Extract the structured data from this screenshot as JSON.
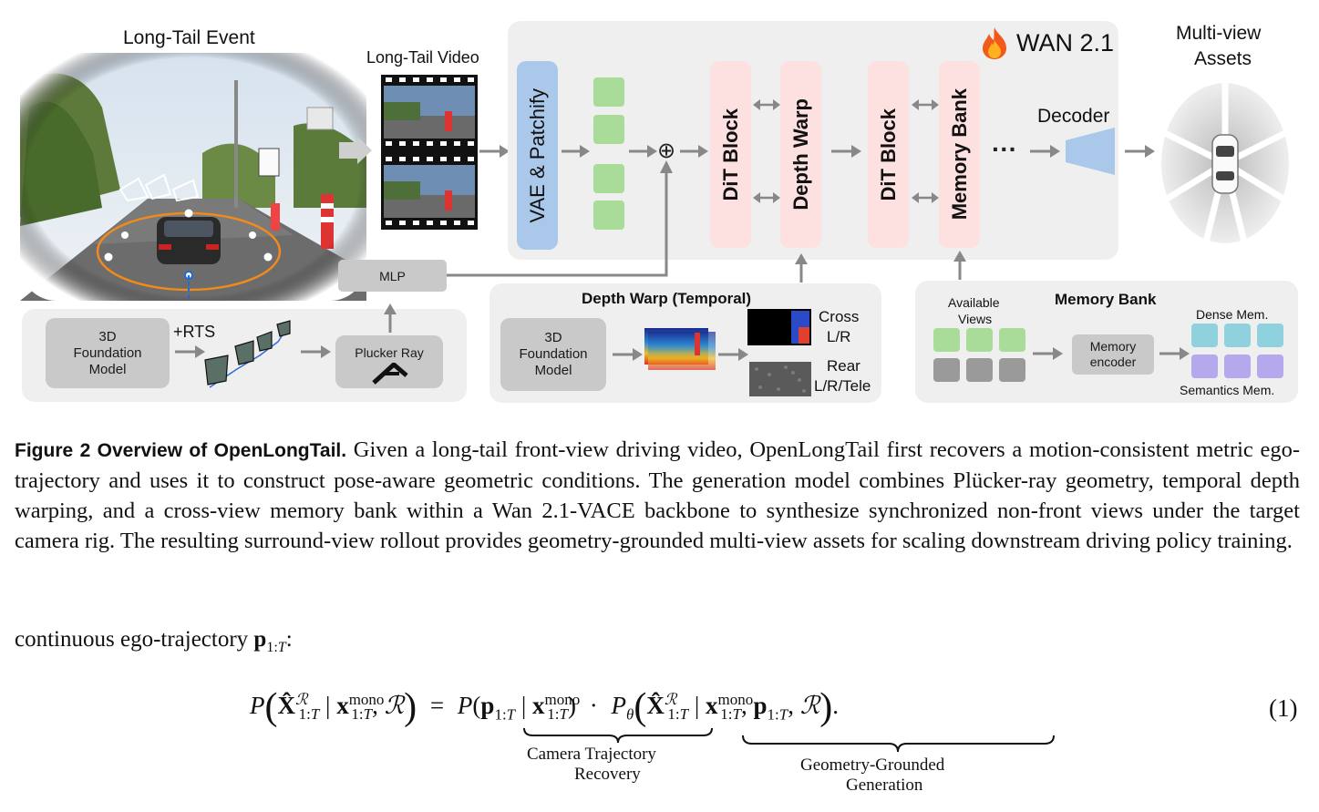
{
  "figure": {
    "long_tail_event_title": "Long-Tail Event",
    "long_tail_video_title": "Long-Tail Video",
    "wan_label": "WAN 2.1",
    "multiview_title_line1": "Multi-view",
    "multiview_title_line2": "Assets",
    "vae_label": "VAE & Patchify",
    "dit_block_1": "DiT Block",
    "depth_warp": "Depth Warp",
    "dit_block_2": "DiT Block",
    "memory_bank_vertical": "Memory Bank",
    "ellipsis": "···",
    "decoder_label": "Decoder",
    "oplus": "⊕",
    "mlp_label": "MLP",
    "foundation_left_l1": "3D",
    "foundation_left_l2": "Foundation",
    "foundation_left_l3": "Model",
    "rts_label": "+RTS",
    "plucker_label": "Plucker Ray",
    "depth_warp_temporal_title": "Depth Warp (Temporal)",
    "foundation_mid_l1": "3D",
    "foundation_mid_l2": "Foundation",
    "foundation_mid_l3": "Model",
    "cross_l1": "Cross",
    "cross_l2": "L/R",
    "rear_l1": "Rear",
    "rear_l2": "L/R/Tele",
    "memory_bank_title": "Memory Bank",
    "available_l1": "Available",
    "available_l2": "Views",
    "memory_encoder_l1": "Memory",
    "memory_encoder_l2": "encoder",
    "dense_mem": "Dense Mem.",
    "semantics_mem": "Semantics Mem.",
    "fire_icon": "fire-icon",
    "colors": {
      "vae_blue": "#a9c8ea",
      "dit_pink": "#fde0e0",
      "green_token": "#a8dc98",
      "dense_teal": "#8fd2de",
      "semantic_purple": "#b6a8ec",
      "decoder_blue": "#a9c8ea"
    }
  },
  "caption": {
    "head": "Figure 2  Overview of OpenLongTail.",
    "body": "Given a long-tail front-view driving video, OpenLongTail first recovers a motion-consistent metric ego-trajectory and uses it to construct pose-aware geometric conditions. The generation model combines Plücker-ray geometry, temporal depth warping, and a cross-view memory bank within a Wan 2.1-VACE backbone to synthesize synchronized non-front views under the target camera rig. The resulting surround-view rollout provides geometry-grounded multi-view assets for scaling downstream driving policy training."
  },
  "text": {
    "lead_prefix": "continuous ego-trajectory ",
    "lead_suffix": ":"
  },
  "equation": {
    "number": "(1)",
    "brace1_l1": "Camera Trajectory",
    "brace1_l2": "Recovery",
    "brace2_l1": "Geometry-Grounded",
    "brace2_l2": "Generation"
  }
}
